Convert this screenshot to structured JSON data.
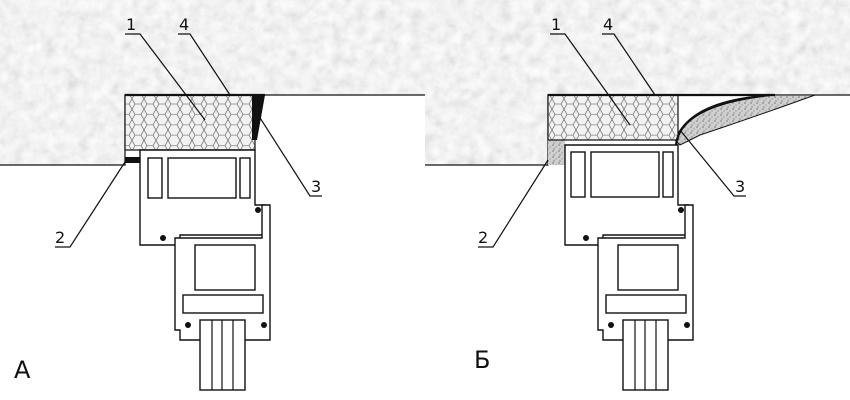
{
  "panels": [
    {
      "label": "А",
      "callouts": [
        "1",
        "4",
        "2",
        "3"
      ]
    },
    {
      "label": "Б",
      "callouts": [
        "1",
        "4",
        "2",
        "3"
      ]
    }
  ]
}
